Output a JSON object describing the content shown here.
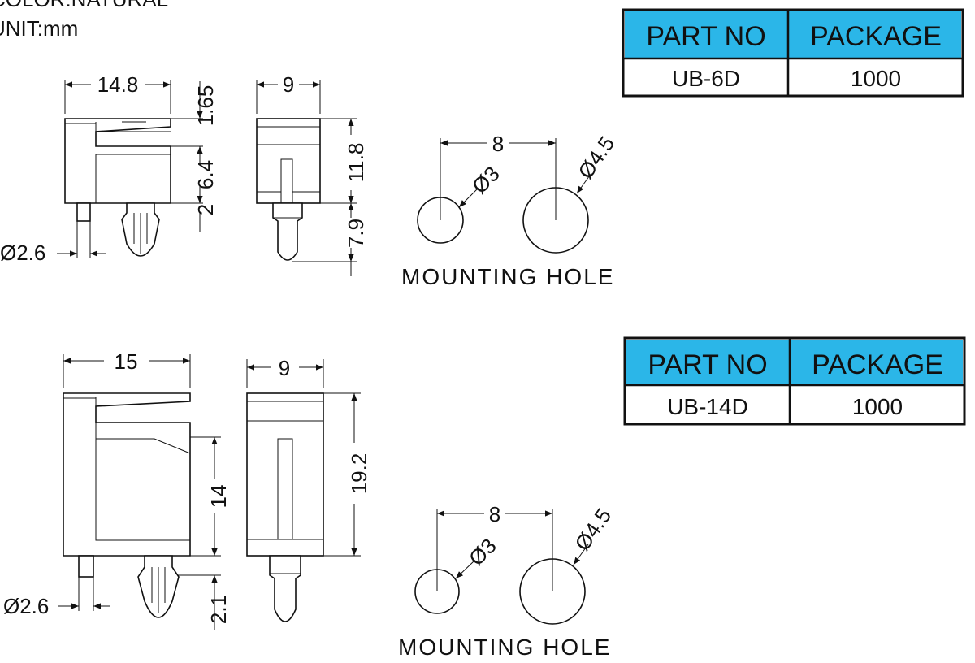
{
  "header": {
    "color_line": "COLOR:NATURAL",
    "unit_line": "UNIT:mm"
  },
  "colors": {
    "table_header": "#2bb6e8",
    "line": "#111111"
  },
  "tables": [
    {
      "col1_header": "PART NO",
      "col2_header": "PACKAGE",
      "part_no": "UB-6D",
      "package": "1000"
    },
    {
      "col1_header": "PART NO",
      "col2_header": "PACKAGE",
      "part_no": "UB-14D",
      "package": "1000"
    }
  ],
  "top_part": {
    "width": "14.8",
    "side_width": "9",
    "dim_top": "1.65",
    "dim_mid": "6.4",
    "dim_low": "2",
    "height": "11.8",
    "pin_length": "7.9",
    "pin_diameter": "Ø2.6"
  },
  "bottom_part": {
    "width": "15",
    "side_width": "9",
    "dim_mid": "14",
    "height": "19.2",
    "pin_length": "2.1",
    "pin_diameter": "Ø2.6"
  },
  "mounting_hole_top": {
    "spacing": "8",
    "small_diameter": "Ø3",
    "large_diameter": "Ø4.5",
    "label": "MOUNTING  HOLE"
  },
  "mounting_hole_bottom": {
    "spacing": "8",
    "small_diameter": "Ø3",
    "large_diameter": "Ø4.5",
    "label": "MOUNTING  HOLE"
  }
}
